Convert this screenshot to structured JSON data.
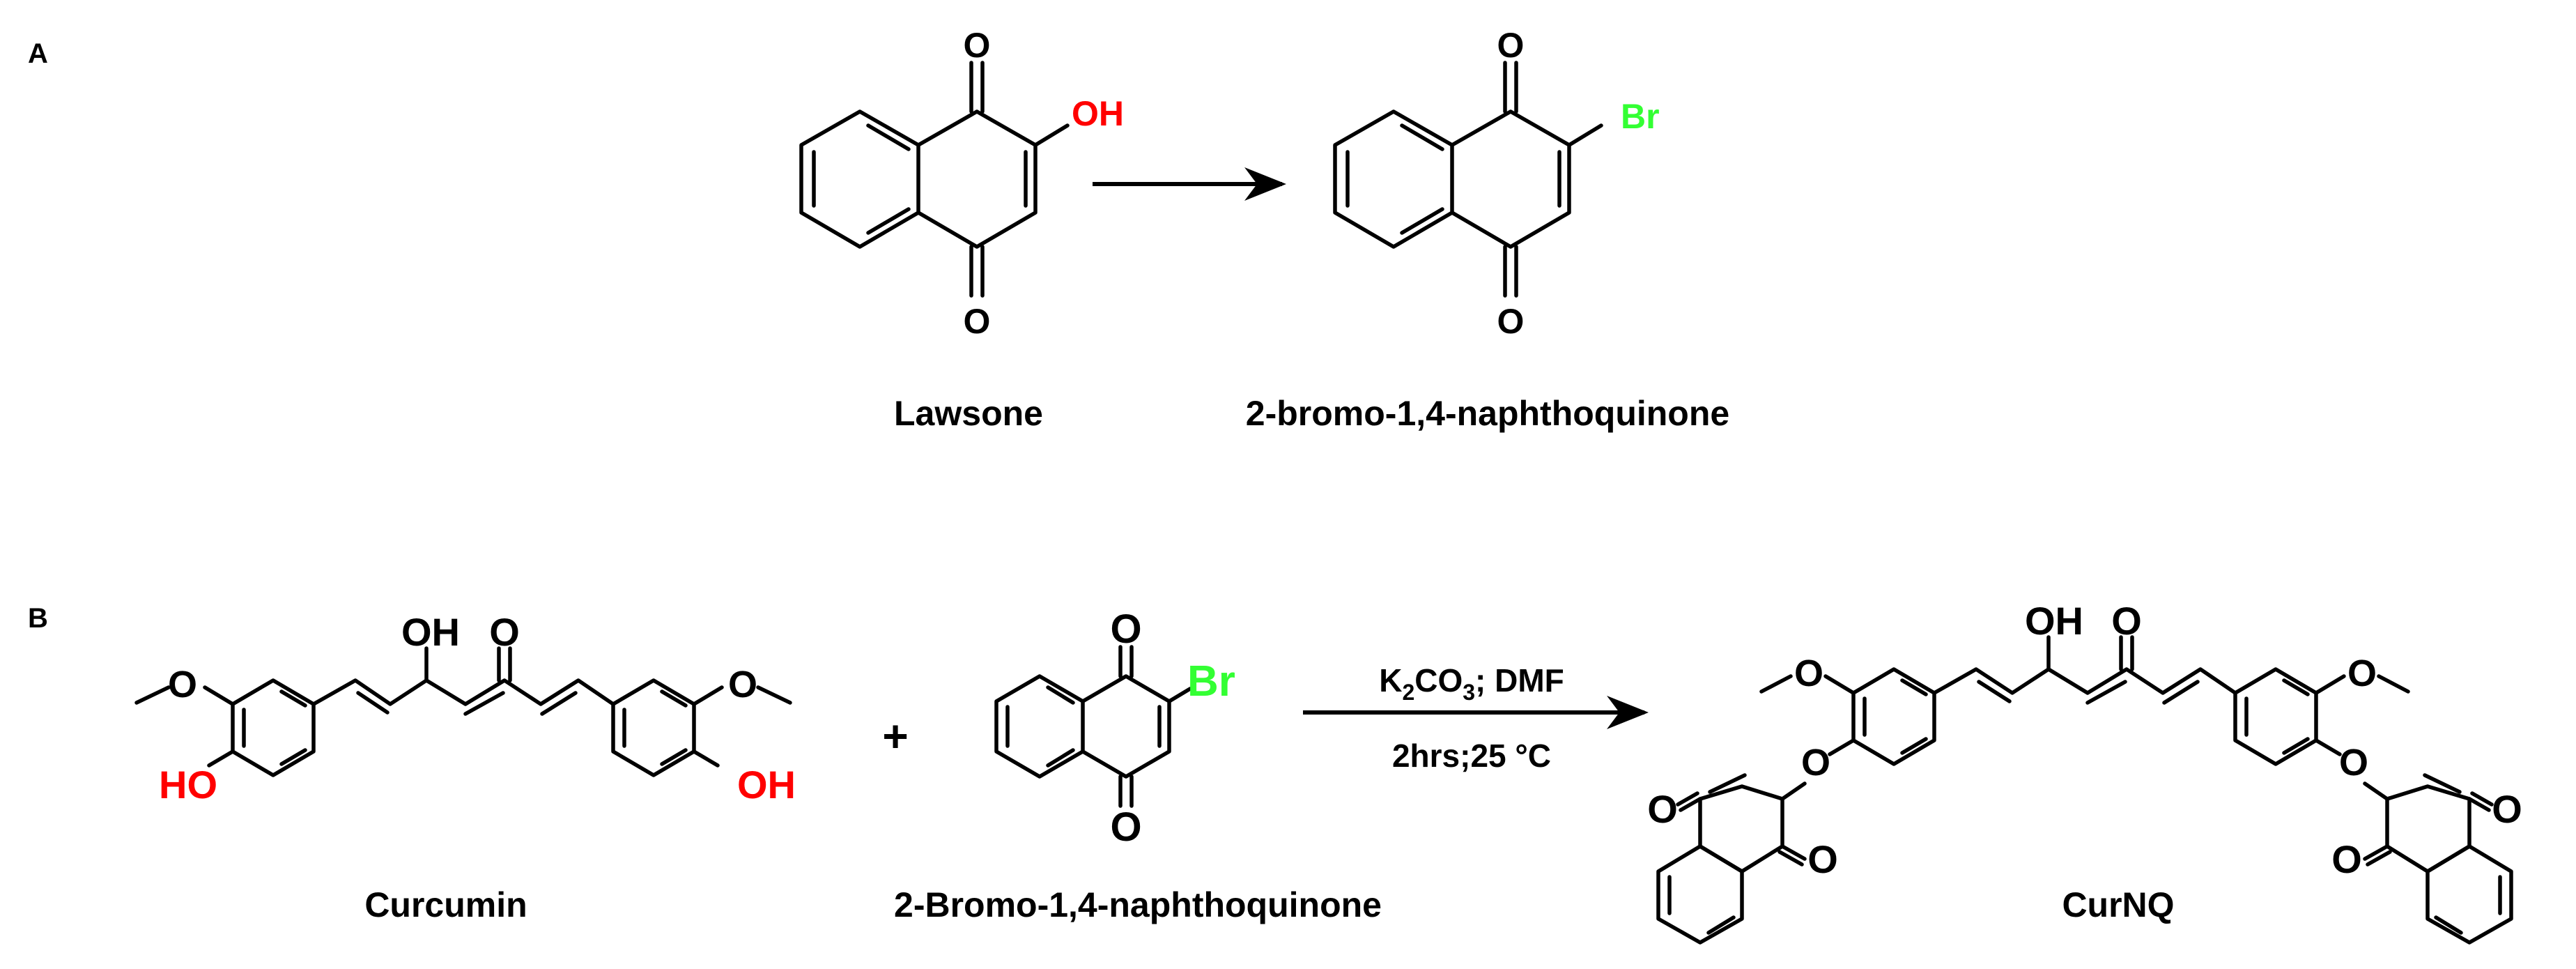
{
  "colors": {
    "bond": "#000000",
    "oxygen_highlight": "#ff0000",
    "bromine": "#33ff33",
    "text": "#000000"
  },
  "panels": {
    "a": "A",
    "b": "B"
  },
  "atoms": {
    "O": "O",
    "OH": "OH",
    "HO": "HO",
    "Br": "Br"
  },
  "compounds": {
    "lawsone": "Lawsone",
    "bromo_nq_a": "2-bromo-1,4-naphthoquinone",
    "curcumin": "Curcumin",
    "bromo_nq_b": "2-Bromo-1,4-naphthoquinone",
    "curnq": "CurNQ"
  },
  "reaction_b": {
    "plus": "+",
    "reagent_k": "K",
    "reagent_sub2": "2",
    "reagent_co": "CO",
    "reagent_sub3": "3",
    "reagent_rest": "; DMF",
    "conditions": "2hrs;25 °C"
  }
}
